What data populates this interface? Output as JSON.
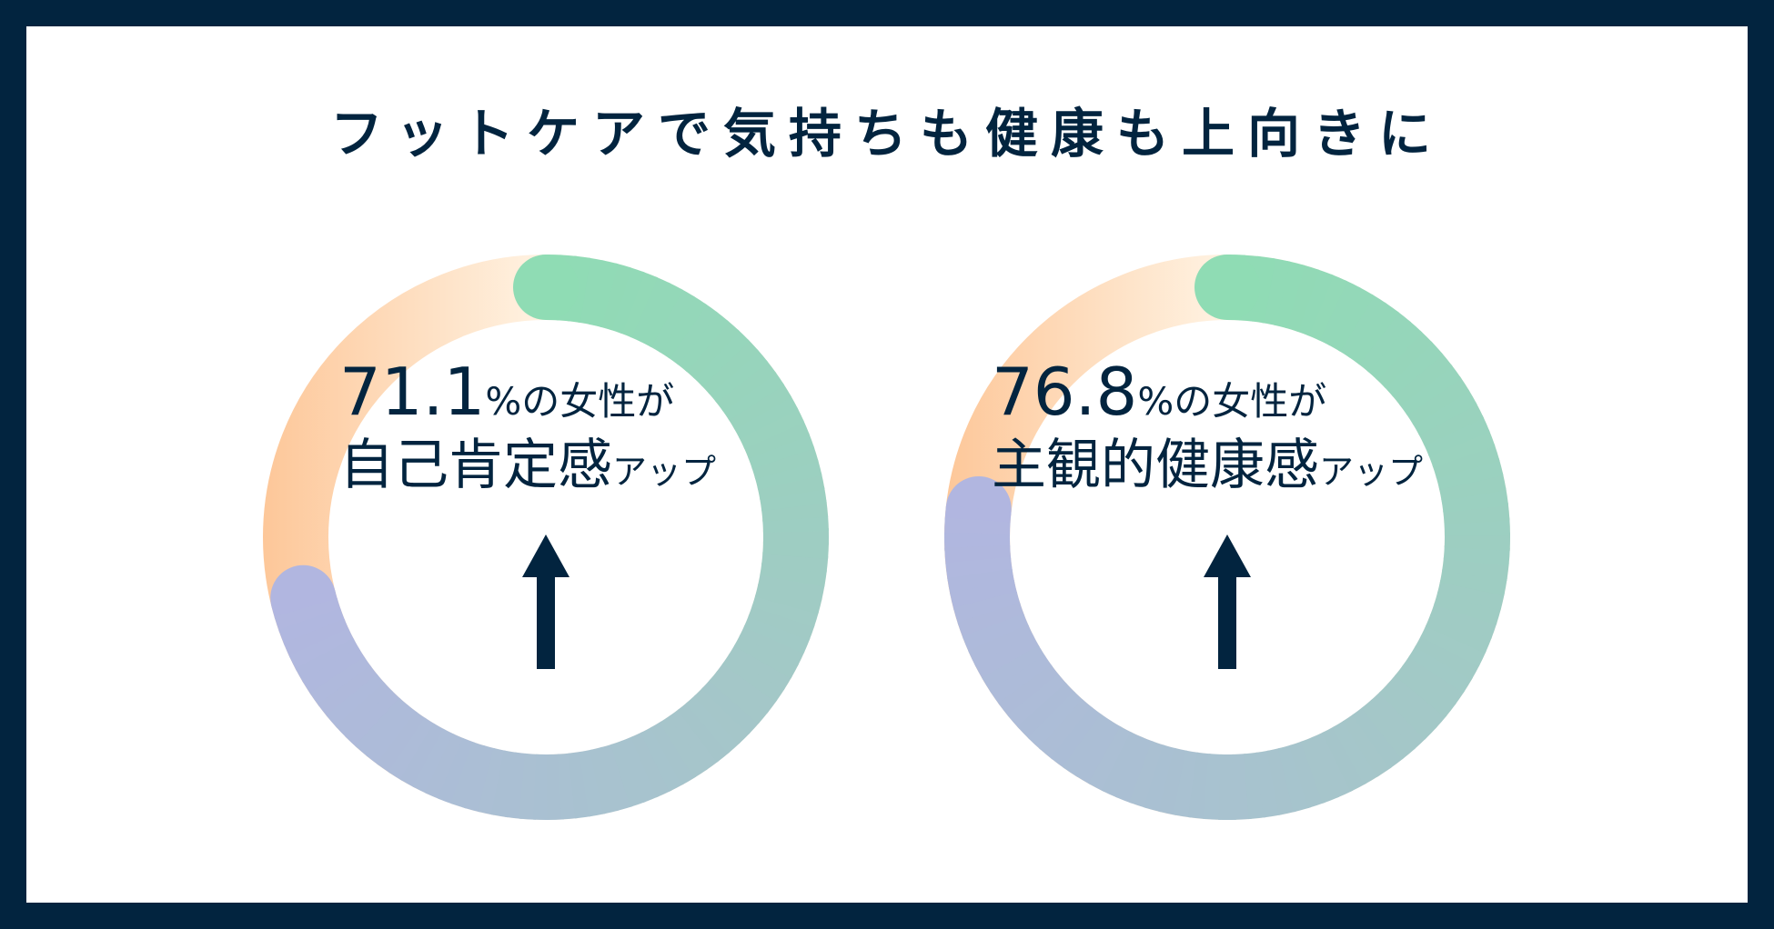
{
  "title": "フットケアで気持ちも健康も上向きに",
  "colors": {
    "frame": "#02243f",
    "text": "#02243f",
    "arc_start": "#8fdcb4",
    "arc_mid": "#a4c7c8",
    "arc_end": "#b1b6e0",
    "rest_left": "#fdc799",
    "rest_right": "#fff3e3"
  },
  "chart_data": [
    {
      "type": "pie",
      "donut": true,
      "value": 71.1,
      "unit": "%",
      "label_value": "71.1",
      "label_suffix": "%の女性が",
      "label_line2_main": "自己肯定感",
      "label_line2_small": "アップ",
      "icon": "arrow-up-icon"
    },
    {
      "type": "pie",
      "donut": true,
      "value": 76.8,
      "unit": "%",
      "label_value": "76.8",
      "label_suffix": "%の女性が",
      "label_line2_main": "主観的健康感",
      "label_line2_small": "アップ",
      "icon": "arrow-up-icon"
    }
  ]
}
